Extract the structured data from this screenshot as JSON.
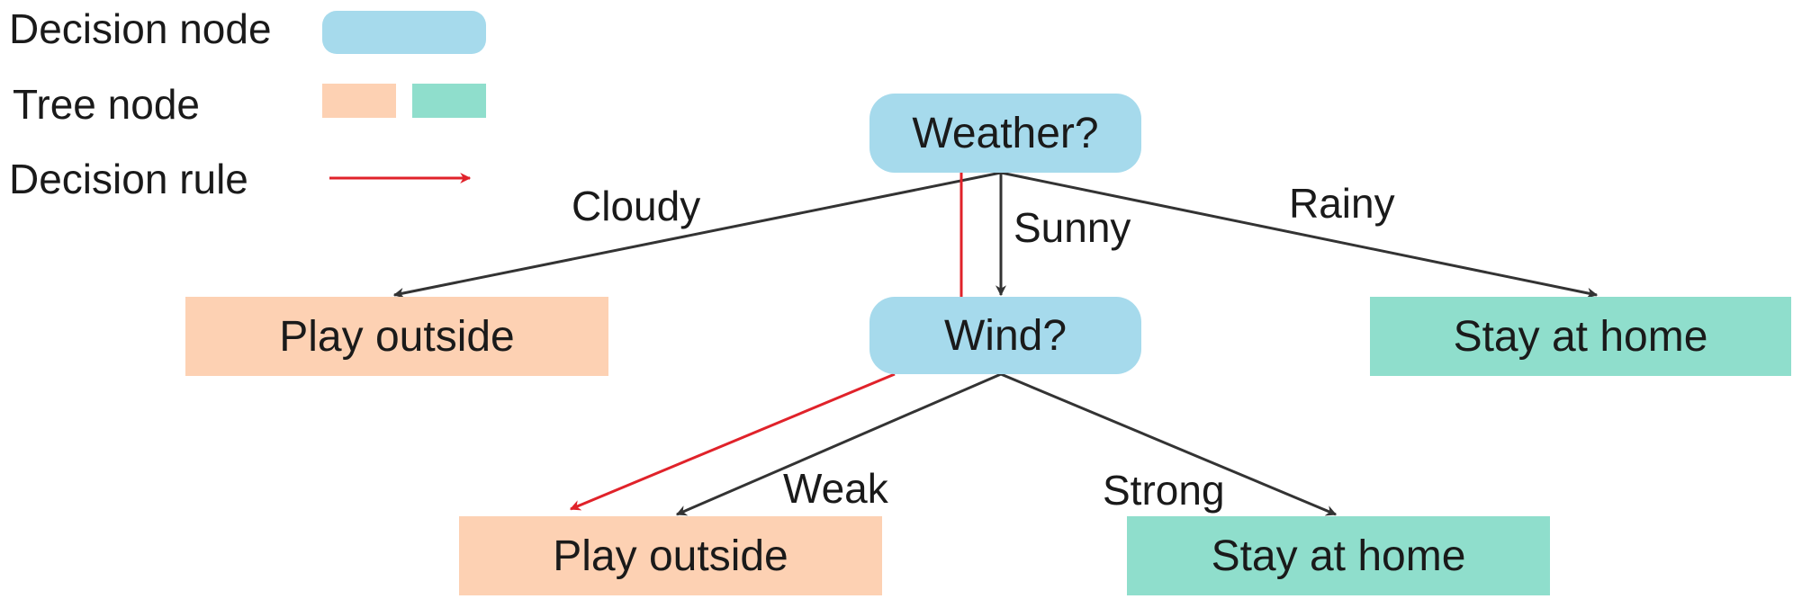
{
  "colors": {
    "decision_node": "#a6daec",
    "tree_node_orange": "#fdd1b3",
    "tree_node_green": "#8fdecc",
    "edge": "#333333",
    "decision_rule": "#e0222a"
  },
  "legend": {
    "decision_node": "Decision node",
    "tree_node": "Tree node",
    "decision_rule": "Decision rule"
  },
  "nodes": {
    "weather": "Weather?",
    "wind": "Wind?",
    "play_outside_top": "Play outside",
    "stay_at_home_top": "Stay at home",
    "play_outside_bottom": "Play outside",
    "stay_at_home_bottom": "Stay at home"
  },
  "edges": {
    "cloudy": "Cloudy",
    "sunny": "Sunny",
    "rainy": "Rainy",
    "weak": "Weak",
    "strong": "Strong"
  }
}
